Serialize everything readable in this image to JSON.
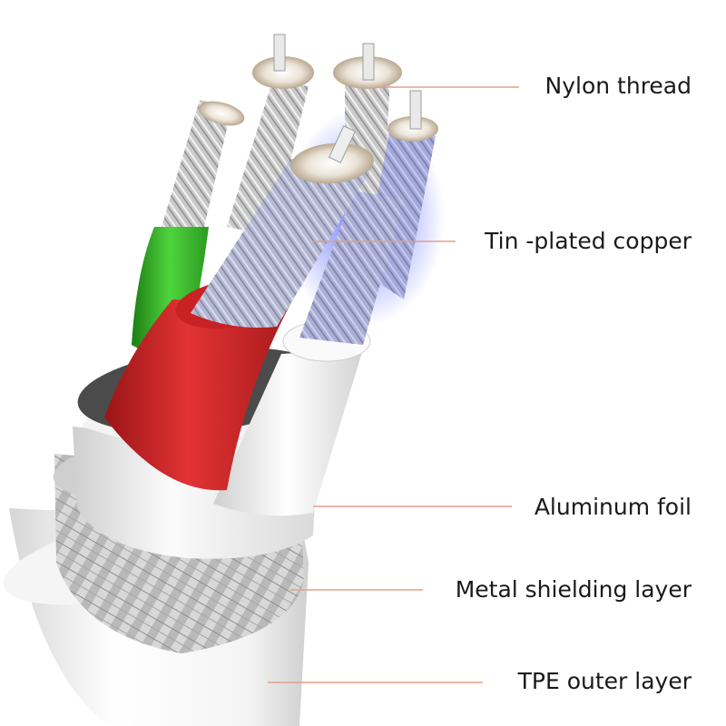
{
  "labels": {
    "nylon_thread": "Nylon thread",
    "tin_plated_copper": "Tin -plated copper",
    "aluminum_foil": "Aluminum foil",
    "metal_shielding": "Metal shielding layer",
    "tpe_outer": "TPE outer layer"
  },
  "colors": {
    "leader_line": "#e0a088",
    "label_text": "#1a1a1a",
    "green_wire": "#35b82a",
    "red_wire": "#d8282b",
    "white_wire": "#eeeeee",
    "outer_jacket": "#f2f2f2"
  }
}
